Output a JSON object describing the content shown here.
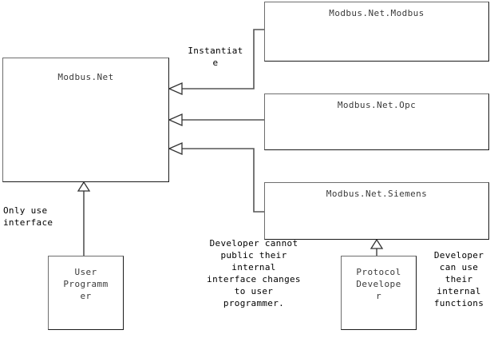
{
  "diagram": {
    "type": "uml-component-diagram",
    "colors": {
      "box_border": "#6e6e6e",
      "box_border_shadow": "#1a1a1a",
      "connector": "#555555",
      "text": "#000000",
      "node_text": "#3a3a3a",
      "background": "#ffffff"
    },
    "nodes": [
      {
        "id": "modbus-net",
        "label": "Modbus.Net"
      },
      {
        "id": "modbus",
        "label": "Modbus.Net.Modbus"
      },
      {
        "id": "opc",
        "label": "Modbus.Net.Opc"
      },
      {
        "id": "siemens",
        "label": "Modbus.Net.Siemens"
      },
      {
        "id": "user-programmer",
        "label": "User\nProgramm\ner"
      },
      {
        "id": "protocol-dev",
        "label": "Protocol\nDevelope\nr"
      }
    ],
    "annotations": [
      {
        "id": "instantiate",
        "text": "Instantiat\ne"
      },
      {
        "id": "only-use",
        "text": "Only use\ninterface"
      },
      {
        "id": "dev-cannot",
        "text": "Developer cannot\npublic their\ninternal\ninterface changes\nto user\nprogrammer."
      },
      {
        "id": "dev-can-use",
        "text": "Developer\ncan use\ntheir\ninternal\nfunctions"
      }
    ],
    "connectors": [
      {
        "id": "modbus-to-modbus-net",
        "from": "modbus",
        "to": "modbus-net",
        "kind": "realization-arrow",
        "label": "Instantiate"
      },
      {
        "id": "opc-to-modbus-net",
        "from": "opc",
        "to": "modbus-net",
        "kind": "realization-arrow",
        "label": "Instantiate"
      },
      {
        "id": "siemens-to-modbus-net",
        "from": "siemens",
        "to": "modbus-net",
        "kind": "realization-arrow",
        "label": "Instantiate"
      },
      {
        "id": "user-to-modbus-net",
        "from": "user-programmer",
        "to": "modbus-net",
        "kind": "generalization",
        "label": "Only use interface"
      },
      {
        "id": "protocol-dev-to-siemens",
        "from": "protocol-dev",
        "to": "siemens",
        "kind": "generalization",
        "label": "Developer can use their internal functions"
      }
    ]
  }
}
